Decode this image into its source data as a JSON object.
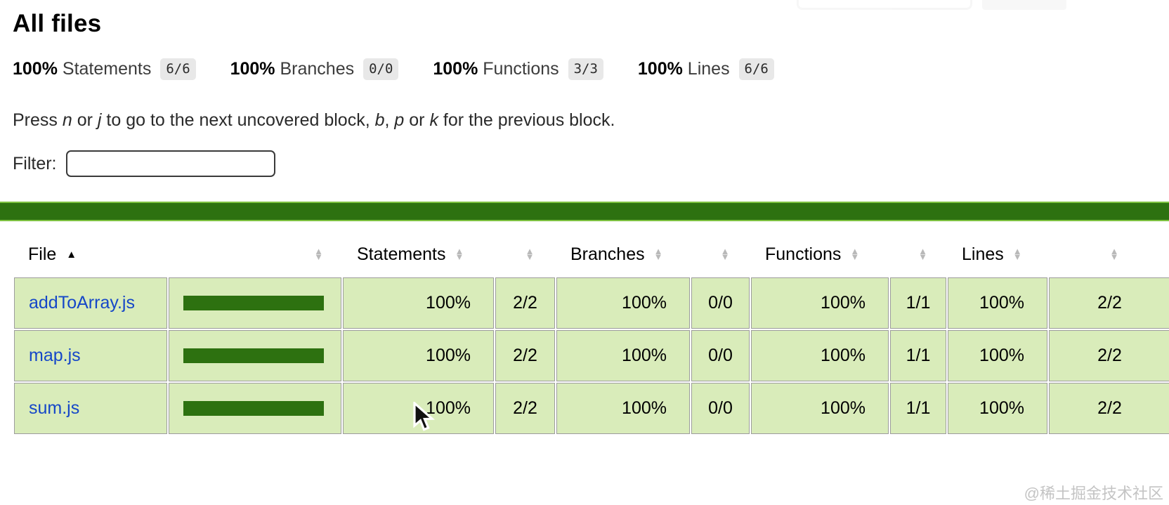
{
  "page": {
    "title": "All files"
  },
  "summary": {
    "items": [
      {
        "pct": "100%",
        "label": "Statements",
        "fraction": "6/6"
      },
      {
        "pct": "100%",
        "label": "Branches",
        "fraction": "0/0"
      },
      {
        "pct": "100%",
        "label": "Functions",
        "fraction": "3/3"
      },
      {
        "pct": "100%",
        "label": "Lines",
        "fraction": "6/6"
      }
    ]
  },
  "help": {
    "segments": [
      "Press ",
      "n",
      " or ",
      "j",
      " to go to the next uncovered block, ",
      "b",
      ", ",
      "p",
      " or ",
      "k",
      " for the previous block."
    ]
  },
  "filter": {
    "label": "Filter:",
    "value": "",
    "placeholder": ""
  },
  "icons": {
    "sort_asc": "▲",
    "sorter_up": "▲",
    "sorter_down": "▼"
  },
  "table": {
    "columns": [
      {
        "label": "File",
        "sorted": "asc"
      },
      {
        "label": ""
      },
      {
        "label": "Statements"
      },
      {
        "label": ""
      },
      {
        "label": "Branches"
      },
      {
        "label": ""
      },
      {
        "label": "Functions"
      },
      {
        "label": ""
      },
      {
        "label": "Lines"
      },
      {
        "label": ""
      }
    ],
    "rows": [
      {
        "file": "addToArray.js",
        "bar_pct": 100,
        "statements_pct": "100%",
        "statements": "2/2",
        "branches_pct": "100%",
        "branches": "0/0",
        "functions_pct": "100%",
        "functions": "1/1",
        "lines_pct": "100%",
        "lines": "2/2"
      },
      {
        "file": "map.js",
        "bar_pct": 100,
        "statements_pct": "100%",
        "statements": "2/2",
        "branches_pct": "100%",
        "branches": "0/0",
        "functions_pct": "100%",
        "functions": "1/1",
        "lines_pct": "100%",
        "lines": "2/2"
      },
      {
        "file": "sum.js",
        "bar_pct": 100,
        "statements_pct": "100%",
        "statements": "2/2",
        "branches_pct": "100%",
        "branches": "0/0",
        "functions_pct": "100%",
        "functions": "1/1",
        "lines_pct": "100%",
        "lines": "2/2"
      }
    ]
  },
  "watermark": {
    "bottom_right": "@稀土掘金技术社区"
  },
  "colors": {
    "status_green": "#2d7110",
    "status_edge": "#7fc242",
    "cell_background": "#d9ecba",
    "bar_fill": "#2d7110",
    "link_blue": "#1547c8",
    "border_gray": "#9c9c9c",
    "badge_background": "#e8e8e8"
  }
}
